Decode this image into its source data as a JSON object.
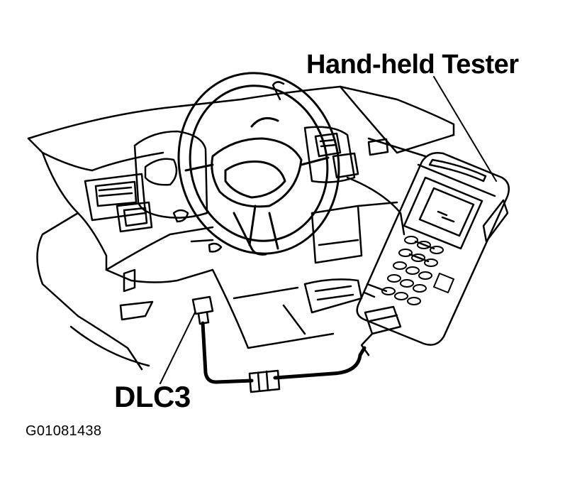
{
  "labels": {
    "tester": "Hand-held Tester",
    "connector": "DLC3",
    "figure_id": "G01081438"
  }
}
